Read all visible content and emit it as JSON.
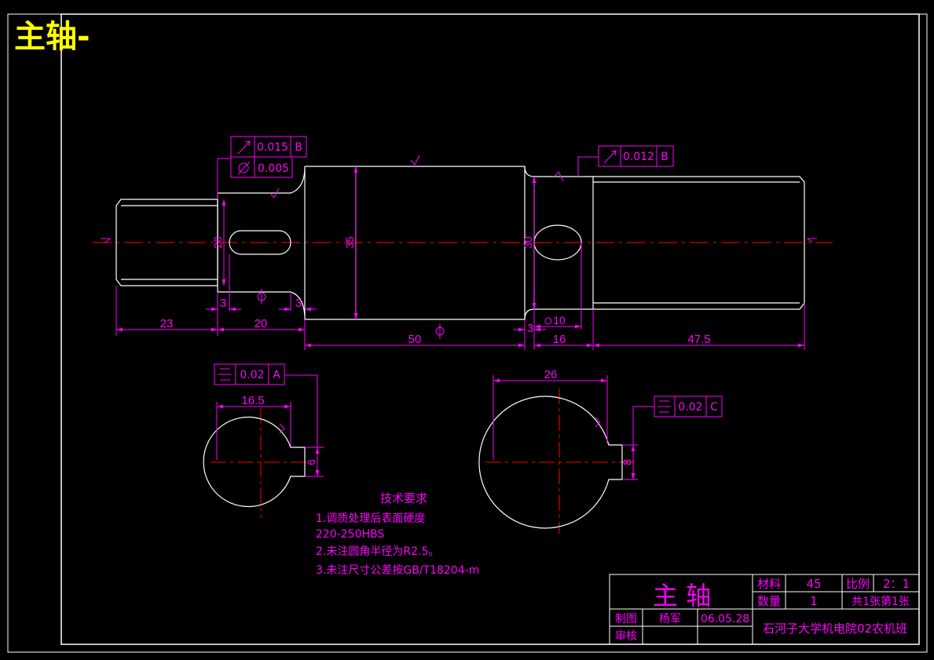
{
  "header": {
    "title": "主轴-"
  },
  "shaft": {
    "diameters": {
      "d20": "20",
      "d35": "35",
      "d30": "30"
    },
    "lengths": {
      "l23": "23",
      "l20": "20",
      "l3a": "3",
      "l3b": "3",
      "l50": "50",
      "l3c": "3",
      "l16": "16",
      "l47_5": "47.5",
      "l10": "10"
    },
    "tolerances": {
      "runout_1": {
        "value": "0.015",
        "datum": "B"
      },
      "cyl_1": {
        "value": "0.005"
      },
      "runout_2": {
        "value": "0.012",
        "datum": "B"
      }
    }
  },
  "section_left": {
    "width": "16.5",
    "key": "6",
    "sym": {
      "value": "0.02",
      "datum": "A"
    }
  },
  "section_right": {
    "width": "26",
    "key": "8",
    "sym": {
      "value": "0.02",
      "datum": "C"
    }
  },
  "tech": {
    "heading": "技术要求",
    "lines": [
      "1.调质处理后表面硬度",
      "220-250HBS",
      "2.未注圆角半径为R2.5。",
      "3.未注尺寸公差按GB/T18204-m"
    ]
  },
  "title_block": {
    "name": "主 轴",
    "material_label": "材料",
    "material": "45",
    "scale_label": "比例",
    "scale": "2：1",
    "qty_label": "数量",
    "qty": "1",
    "sheet": "共1张第1张",
    "drawn_label": "制图",
    "drawer": "杨军",
    "date": "06.05.28",
    "check_label": "审核",
    "org": "石河子大学机电院02农机班"
  },
  "colors": {
    "outline": "#ffffff",
    "dim": "#ff00ff",
    "center": "#ff0000",
    "title": "#ffff00"
  }
}
